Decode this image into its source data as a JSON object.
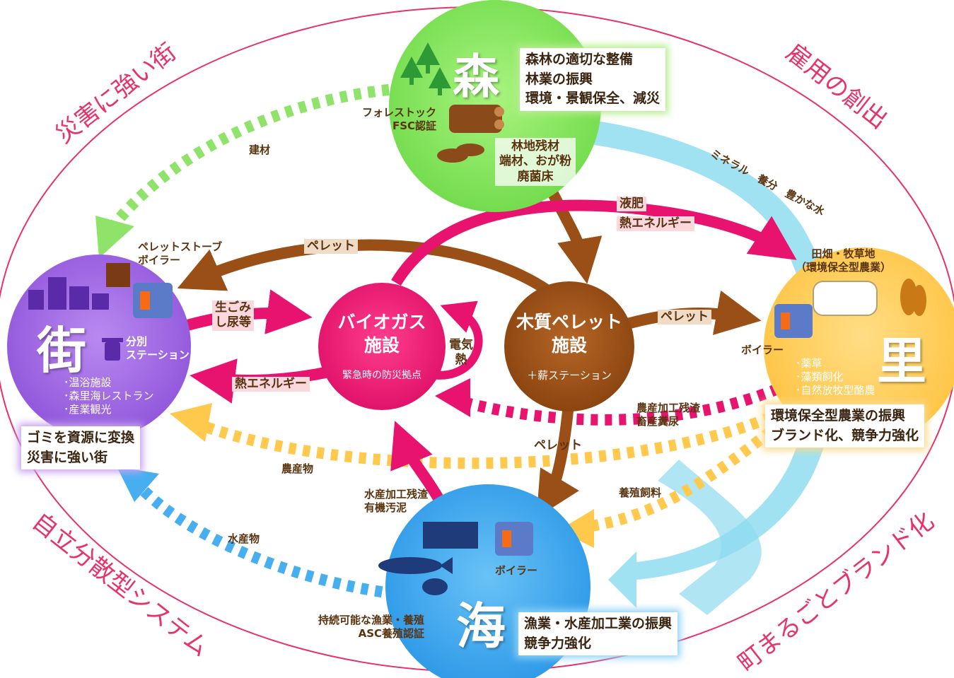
{
  "corners": {
    "top_left": "災害に強い街",
    "top_right": "雇用の創出",
    "bottom_left": "自立分散型システム",
    "bottom_right": "町まるごとブランド化"
  },
  "nodes": {
    "mori": {
      "char": "森",
      "label1": "フォレストック",
      "label2": "FSC認証",
      "box": [
        "森林の適切な整備",
        "林業の振興",
        "環境・景観保全、減災"
      ],
      "residue": [
        "林地残材",
        "端材、おが粉",
        "廃菌床"
      ]
    },
    "machi": {
      "char": "街",
      "stove1": "ペレットストーブ",
      "stove2": "ボイラー",
      "station1": "分別",
      "station2": "ステーション",
      "facilities": [
        "･温浴施設",
        "･森里海レストラン",
        "･産業観光"
      ],
      "box": [
        "ゴミを資源に変換",
        "災害に強い街"
      ]
    },
    "sato": {
      "char": "里",
      "fields1": "田畑・牧草地",
      "fields2": "（環境保全型農業）",
      "boiler": "ボイラー",
      "items": [
        "･薬草",
        "･藻類飼化",
        "･自然放牧型酪農"
      ],
      "box": [
        "環境保全型農業の振興",
        "ブランド化、競争力強化"
      ]
    },
    "umi": {
      "char": "海",
      "boiler": "ボイラー",
      "label1": "持続可能な漁業・養殖",
      "label2": "ASC養殖認証",
      "box": [
        "漁業・水産加工業の振興",
        "競争力強化"
      ]
    },
    "biogas": {
      "line1": "バイオガス",
      "line2": "施設",
      "sub": "緊急時の防災拠点"
    },
    "pellet": {
      "line1": "木質ペレット",
      "line2": "施設",
      "sub": "＋薪ステーション"
    }
  },
  "flows": {
    "kenzai": "建材",
    "pellet_top": "ペレット",
    "ekihi": "液肥",
    "netsu_top": "熱エネルギー",
    "minerals": "ミネラル　養分　豊かな水",
    "namagomi1": "生ごみ",
    "namagomi2": "し尿等",
    "denki": "電気",
    "netsu_loop": "熱",
    "pellet_right": "ペレット",
    "netsu_left": "熱エネルギー",
    "nousan_zansa1": "農産加工残渣",
    "nousan_zansa2": "畜産糞尿",
    "pellet_down": "ペレット",
    "nousanbutsu": "農産物",
    "suisan_zansa1": "水産加工残渣",
    "suisan_zansa2": "有機汚泥",
    "yoshoku": "養殖飼料",
    "suisanbutsu": "水産物"
  },
  "colors": {
    "pink": "#e8136e",
    "brown": "#9a4f16",
    "green": "#8fe36a",
    "purple": "#a067e0",
    "yellow": "#ffc94d",
    "blue": "#47aef0",
    "water": "#7fd8ee",
    "arc": "#e8326a"
  }
}
